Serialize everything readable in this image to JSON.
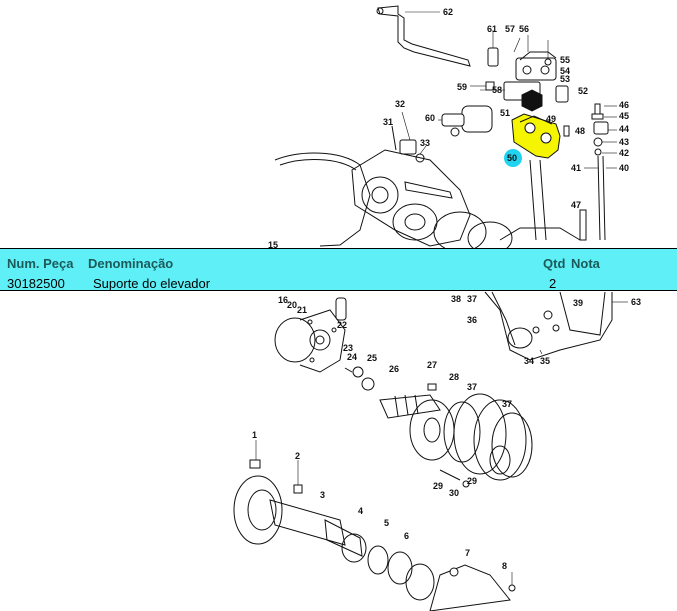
{
  "callouts": {
    "c62": "62",
    "c61": "61",
    "c57": "57",
    "c56": "56",
    "c55": "55",
    "c54": "54",
    "c53": "53",
    "c52": "52",
    "c59": "59",
    "c58": "58",
    "c51": "51",
    "c60": "60",
    "c49": "49",
    "c48": "48",
    "c50": "50",
    "c46": "46",
    "c45": "45",
    "c44": "44",
    "c43": "43",
    "c42": "42",
    "c41": "41",
    "c40": "40",
    "c47": "47",
    "c32": "32",
    "c31": "31",
    "c33": "33",
    "c38": "38",
    "c37a": "37",
    "c36": "36",
    "c34": "34",
    "c35": "35",
    "c63": "63",
    "c39": "39",
    "c15": "15",
    "c16": "16",
    "c20": "20",
    "c21": "21",
    "c22": "22",
    "c23": "23",
    "c24": "24",
    "c25": "25",
    "c26": "26",
    "c27": "27",
    "c28": "28",
    "c37b": "37",
    "c37c": "37",
    "c29a": "29",
    "c30": "30",
    "c29b": "29",
    "c1": "1",
    "c2": "2",
    "c3": "3",
    "c4": "4",
    "c5": "5",
    "c6": "6",
    "c7": "7",
    "c8": "8"
  },
  "highlight": {
    "part_number": "50",
    "color": "#f5f500",
    "badge_color": "#22d3f0"
  },
  "tooltip": {
    "color": "#5ff0f7",
    "col_part_no": "Num. Peça",
    "col_name": "Denominação",
    "col_qty": "Qtd",
    "col_note": "Nota",
    "part_no": "30182500",
    "name": "Suporte do elevador",
    "qty": "2",
    "note": ""
  }
}
